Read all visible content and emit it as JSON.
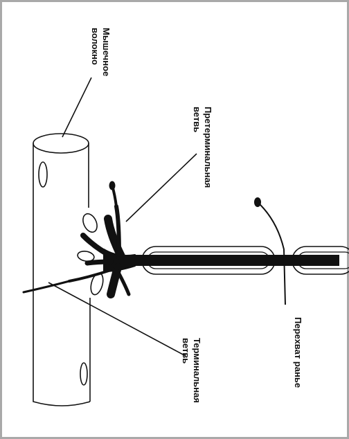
{
  "diagram": {
    "labels": {
      "muscle_fiber": [
        "Мышечное",
        "волокно"
      ],
      "preterminal_branch": [
        "Претерминальная",
        "ветвь"
      ],
      "node_of_ranvier": [
        "Перехват ранье"
      ],
      "terminal_branch": [
        "Терминальная",
        "ветвь"
      ]
    },
    "colors": {
      "border": "#a9a9a9",
      "ink": "#111111",
      "background": "#ffffff"
    }
  }
}
